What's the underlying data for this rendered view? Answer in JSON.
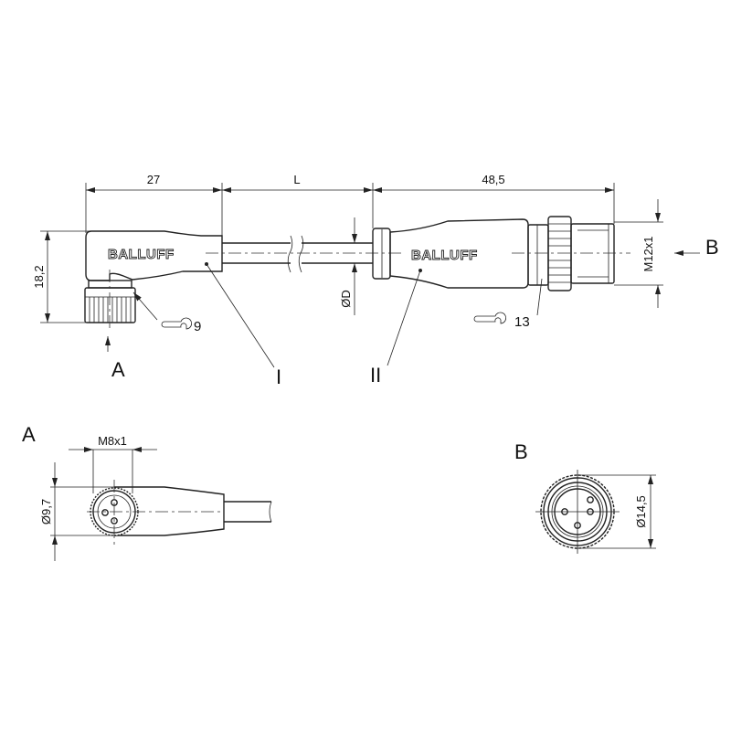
{
  "title_view": {
    "dimensions": {
      "left_length": "27",
      "cable_length": "L",
      "right_length": "48,5",
      "height": "18,2",
      "cable_diameter": "ØD",
      "thread_right": "M12x1"
    },
    "brand_left": "BALLUFF",
    "brand_right": "BALLUFF",
    "wrench_left": "9",
    "wrench_right": "13",
    "part_left": "I",
    "part_right": "II",
    "view_arrow_a": "A",
    "view_arrow_b": "B"
  },
  "view_a": {
    "label": "A",
    "thread": "M8x1",
    "diameter": "Ø9,7"
  },
  "view_b": {
    "label": "B",
    "diameter": "Ø14,5"
  }
}
